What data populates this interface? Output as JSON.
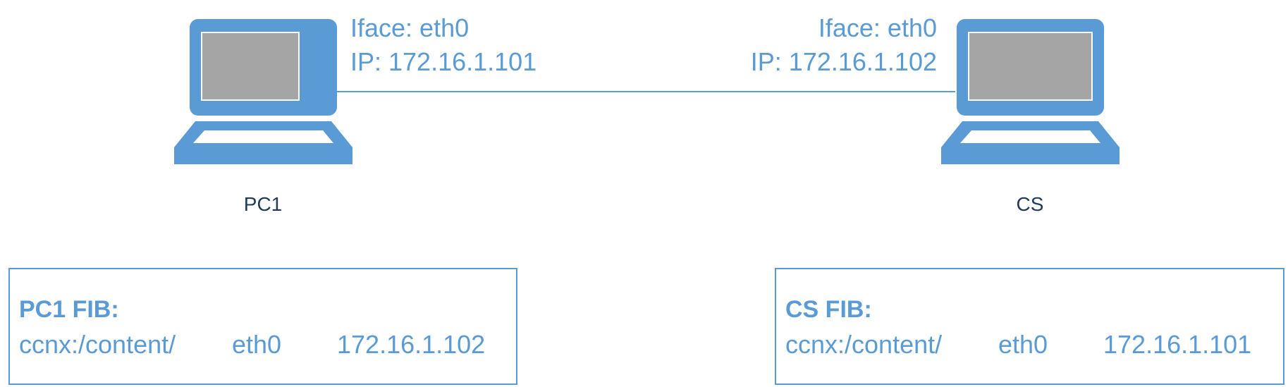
{
  "colors": {
    "accent": "#5b9bd5",
    "screen": "#a5a5a5",
    "label_text": "#1f3b57"
  },
  "nodes": {
    "pc1": {
      "name": "PC1",
      "iface": "Iface: eth0",
      "ip": "IP: 172.16.1.101"
    },
    "cs": {
      "name": "CS",
      "iface": "Iface: eth0",
      "ip": "IP: 172.16.1.102"
    }
  },
  "fib": {
    "pc1": {
      "title": "PC1 FIB:",
      "prefix": "ccnx:/content/",
      "iface": "eth0",
      "next_hop": "172.16.1.102"
    },
    "cs": {
      "title": "CS FIB:",
      "prefix": "ccnx:/content/",
      "iface": "eth0",
      "next_hop": "172.16.1.101"
    }
  }
}
